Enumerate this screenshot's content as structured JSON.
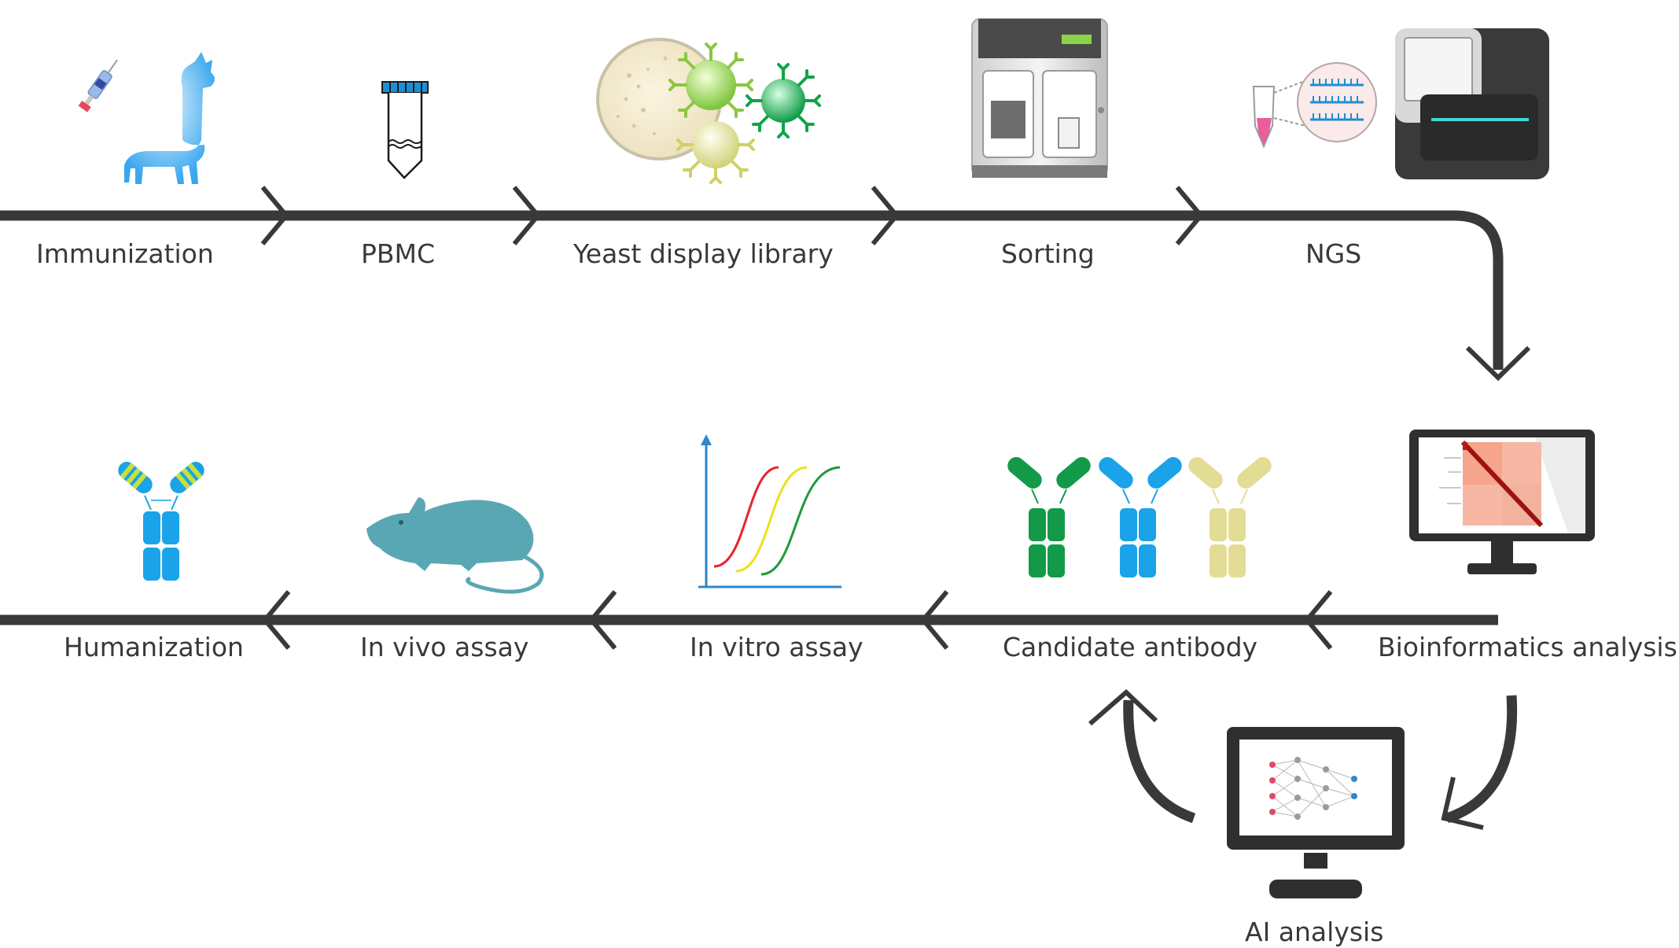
{
  "steps_top": [
    {
      "id": "immunization",
      "label": "Immunization"
    },
    {
      "id": "pbmc",
      "label": "PBMC"
    },
    {
      "id": "yeast",
      "label": "Yeast display library"
    },
    {
      "id": "sorting",
      "label": "Sorting"
    },
    {
      "id": "ngs",
      "label": "NGS"
    }
  ],
  "steps_bottom": [
    {
      "id": "bioinformatics",
      "label": "Bioinformatics analysis"
    },
    {
      "id": "candidate",
      "label": "Candidate antibody"
    },
    {
      "id": "invitro",
      "label": "In vitro assay"
    },
    {
      "id": "invivo",
      "label": "In vivo assay"
    },
    {
      "id": "humanization",
      "label": "Humanization"
    }
  ],
  "ai": {
    "label": "AI analysis"
  },
  "colors": {
    "flow": "#3b3838",
    "alpaca": "#5cb8f0",
    "antibody_blue": "#1aa3e8",
    "antibody_green": "#139a48",
    "antibody_yellow": "#e3dc95",
    "mouse": "#5aa7b4",
    "curve_red": "#e8242b",
    "curve_yellow": "#e8e21a",
    "curve_green": "#1f9a3c"
  }
}
